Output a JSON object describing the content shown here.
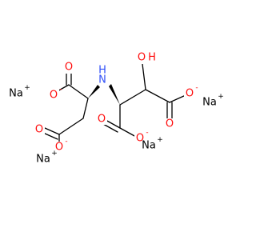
{
  "colors": {
    "oxygen": "#ff0d0d",
    "nitrogen": "#3050f8",
    "carbon_bond": "#000000",
    "background": "#ffffff"
  },
  "atoms": {
    "o_top_left": "O",
    "o_left_minus": "O",
    "o_left_minus_charge": "-",
    "nitrogen": "N",
    "nitrogen_h": "H",
    "hydroxyl_o": "O",
    "hydroxyl_h": "H",
    "o_right_minus": "O",
    "o_right_minus_charge": "-",
    "o_right_lower": "O",
    "o_mid_lower": "O",
    "o_mid_minus": "O",
    "o_mid_minus_charge": "-",
    "o_bottom_lower": "O",
    "o_bottom_minus": "O",
    "o_bottom_minus_charge": "-"
  },
  "counterions": {
    "na1": "Na",
    "na1_charge": "+",
    "na2": "Na",
    "na2_charge": "+",
    "na3": "Na",
    "na3_charge": "+",
    "na4": "Na",
    "na4_charge": "+"
  }
}
